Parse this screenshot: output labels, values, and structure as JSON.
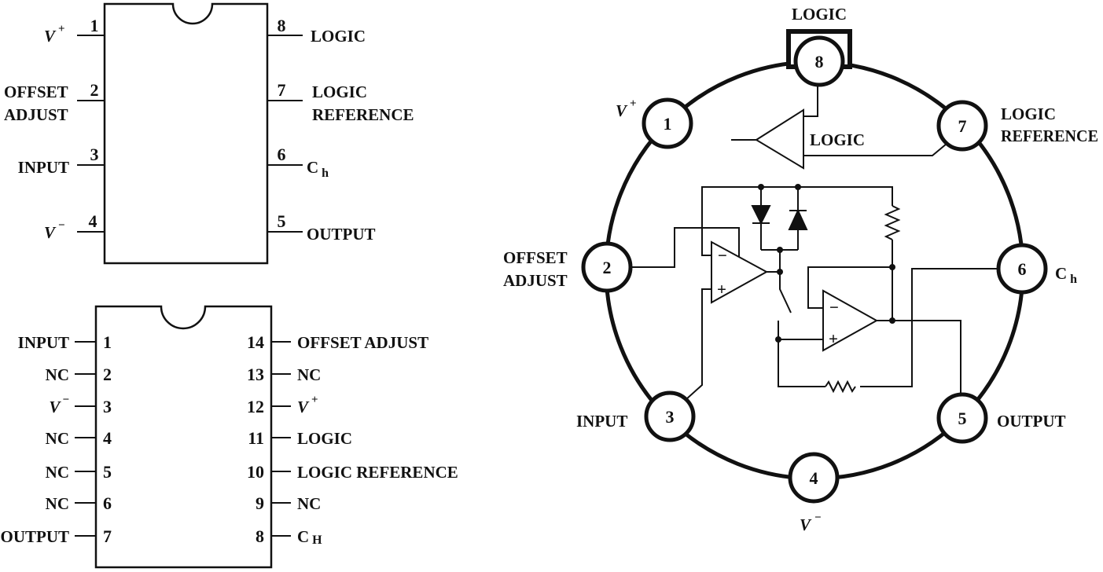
{
  "colors": {
    "ink": "#111111",
    "background": "#ffffff"
  },
  "dip8": {
    "left": [
      {
        "num": "1",
        "label": "V",
        "sup": "+"
      },
      {
        "num": "2",
        "line1": "OFFSET",
        "line2": "ADJUST"
      },
      {
        "num": "3",
        "label": "INPUT"
      },
      {
        "num": "4",
        "label": "V",
        "sup": "−"
      }
    ],
    "right": [
      {
        "num": "8",
        "label": "LOGIC"
      },
      {
        "num": "7",
        "line1": "LOGIC",
        "line2": "REFERENCE"
      },
      {
        "num": "6",
        "label": "C",
        "sub": "h"
      },
      {
        "num": "5",
        "label": "OUTPUT"
      }
    ]
  },
  "dip14": {
    "left": [
      {
        "num": "1",
        "label": "INPUT"
      },
      {
        "num": "2",
        "label": "NC"
      },
      {
        "num": "3",
        "label": "V",
        "sup": "−"
      },
      {
        "num": "4",
        "label": "NC"
      },
      {
        "num": "5",
        "label": "NC"
      },
      {
        "num": "6",
        "label": "NC"
      },
      {
        "num": "7",
        "label": "OUTPUT"
      }
    ],
    "right": [
      {
        "num": "14",
        "label": "OFFSET ADJUST"
      },
      {
        "num": "13",
        "label": "NC"
      },
      {
        "num": "12",
        "label": "V",
        "sup": "+"
      },
      {
        "num": "11",
        "label": "LOGIC"
      },
      {
        "num": "10",
        "label": "LOGIC REFERENCE"
      },
      {
        "num": "9",
        "label": "NC"
      },
      {
        "num": "8",
        "label": "C",
        "sub": "H"
      }
    ]
  },
  "can": {
    "tab_label": "LOGIC",
    "buffer_label": "LOGIC",
    "opamp_minus": "−",
    "opamp_plus": "+",
    "pins": [
      {
        "num": "1",
        "label": "V",
        "sup": "+"
      },
      {
        "num": "2",
        "line1": "OFFSET",
        "line2": "ADJUST"
      },
      {
        "num": "3",
        "label": "INPUT"
      },
      {
        "num": "4",
        "label": "V",
        "sup": "−"
      },
      {
        "num": "5",
        "label": "OUTPUT"
      },
      {
        "num": "6",
        "label": "C",
        "sub": "h"
      },
      {
        "num": "7",
        "line1": "LOGIC",
        "line2": "REFERENCE"
      },
      {
        "num": "8"
      }
    ]
  }
}
